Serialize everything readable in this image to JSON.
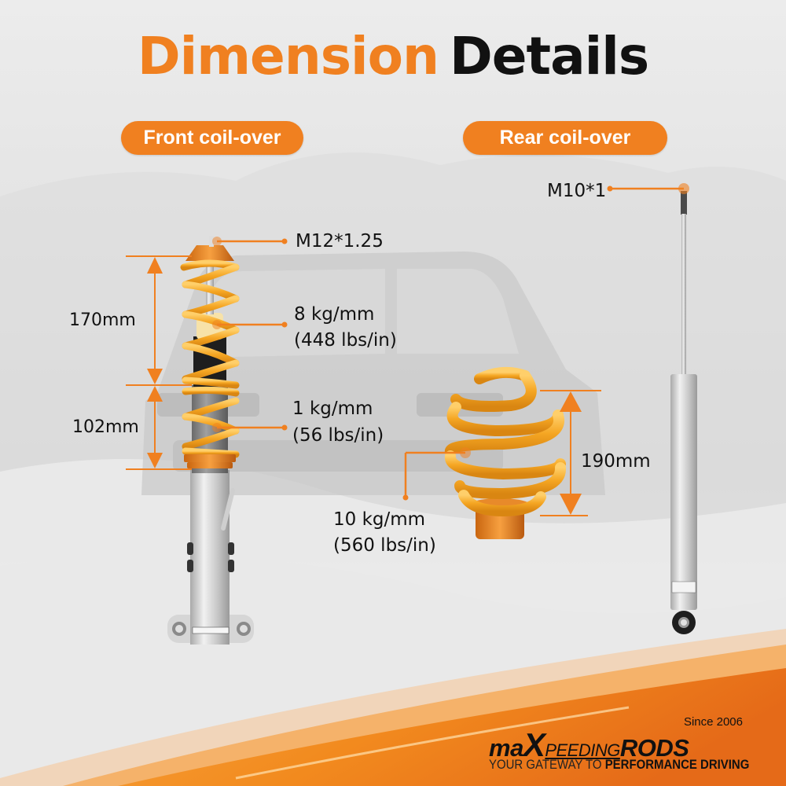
{
  "colors": {
    "accent": "#f08020",
    "title_dark": "#111111",
    "background": "#e4e4e4",
    "spring": "#f5a623",
    "band_orange": "#f07a18"
  },
  "title": {
    "part1": "Dimension",
    "part2": "Details"
  },
  "sections": {
    "front": {
      "label": "Front coil-over",
      "thread": "M12*1.25",
      "upper_spring_rate": "8 kg/mm",
      "upper_spring_rate_imperial": "(448 lbs/in)",
      "lower_spring_rate": "1 kg/mm",
      "lower_spring_rate_imperial": "(56 lbs/in)",
      "upper_length": "170mm",
      "lower_length": "102mm"
    },
    "rear": {
      "label": "Rear coil-over",
      "thread": "M10*1",
      "spring_rate": "10 kg/mm",
      "spring_rate_imperial": "(560 lbs/in)",
      "spring_length": "190mm"
    }
  },
  "icons": [
    "front-coilover-icon",
    "rear-spring-icon",
    "rear-shock-icon",
    "dimension-arrow-icon",
    "callout-dot-icon"
  ],
  "brand": {
    "since": "Since 2006",
    "name_prefix": "ma",
    "name_x": "X",
    "name_mid": "PEEDING",
    "name_suffix": "RODS",
    "tagline_light": "YOUR GATEWAY TO ",
    "tagline_bold": "PERFORMANCE DRIVING"
  }
}
